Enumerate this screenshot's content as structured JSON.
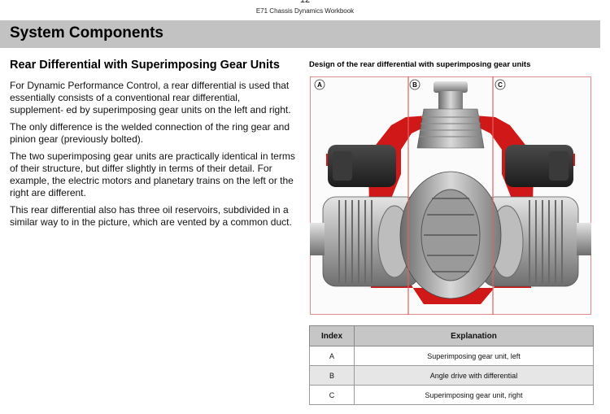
{
  "header": {
    "page_number": "12",
    "running_title": "E71 Chassis Dynamics Workbook"
  },
  "section": {
    "title": "System Components"
  },
  "article": {
    "heading": "Rear Differential with Superimposing Gear Units",
    "paragraphs": [
      "For Dynamic Performance Control, a rear differential is used that essentially consists of a conventional rear differential, supplement- ed by superimposing  gear units on the left and right.",
      "The only difference is the welded connection of the ring gear and pinion gear (previously bolted).",
      "The two superimposing  gear units are practically identical in terms of their structure, but differ slightly in terms of their detail. For example, the electric motors and planetary trains on the left or the right are different.",
      "This rear differential also has three oil reservoirs, subdivided in a similar way to in the picture, which are vented by a common duct."
    ]
  },
  "figure": {
    "caption": "Design of the rear differential with superimposing  gear units",
    "zone_labels": [
      "A",
      "B",
      "C"
    ]
  },
  "legend_table": {
    "headers": {
      "index": "Index",
      "explanation": "Explanation"
    },
    "rows": [
      {
        "index": "A",
        "explanation": "Superimposing gear unit, left"
      },
      {
        "index": "B",
        "explanation": "Angle drive with differential"
      },
      {
        "index": "C",
        "explanation": "Superimposing gear unit, right"
      }
    ]
  },
  "colors": {
    "section_bar": "#c2c2c2",
    "divider_red": "#e06060",
    "housing_red": "#d01818"
  }
}
